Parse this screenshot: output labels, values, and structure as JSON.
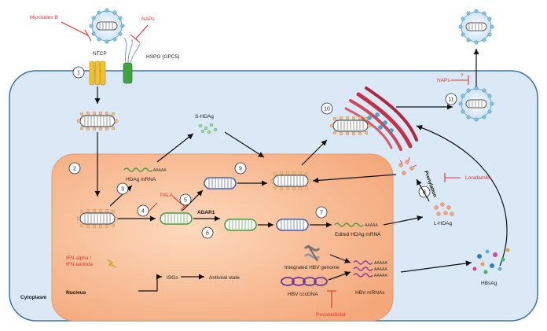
{
  "labels": {
    "myrcludex": "Myrcludex B",
    "naps_top": "NAPs",
    "ntcp": "NTCP",
    "hspg": "HSPG (GPC5)",
    "naps_right": "NAPs",
    "naps_question": "?",
    "s_hdag": "S-HDAg",
    "hdag_mrna": "HDAg mRNA",
    "pala": "PALA",
    "adar1": "ADAR1",
    "edited_mrna": "Edited HDAg mRNA",
    "l_hdag": "L-HDAg",
    "prenylation": "Prenylation",
    "lonafarnib": "Lonafarnib",
    "ifn": "IFN-alpha /",
    "ifn2": "IFN-lambda",
    "isgs": "ISGs",
    "antiviral": "Antiviral state",
    "integrated": "Integrated HBV genome",
    "cccdna": "HBV cccDNA",
    "hbv_mrnas": "HBV mRNAs",
    "pevonedistat": "Pevonedistat",
    "hbsag": "HBsAg",
    "cytoplasm": "Cytoplasm",
    "nucleus": "Nucleus",
    "mrna_tail": "AAAAA"
  },
  "steps": [
    "1",
    "2",
    "3",
    "4",
    "5",
    "6",
    "7",
    "8",
    "9",
    "10",
    "11"
  ],
  "colors": {
    "cell_fill": "#dbe9f6",
    "cell_stroke": "#3f73a8",
    "nucleus_fill": "#f7bf96",
    "inhibitor": "#e53030",
    "ntcp": "#f2c12e",
    "hspg": "#3ea63e",
    "rna": "#4a9a3a",
    "golgi": "#c0334a"
  }
}
